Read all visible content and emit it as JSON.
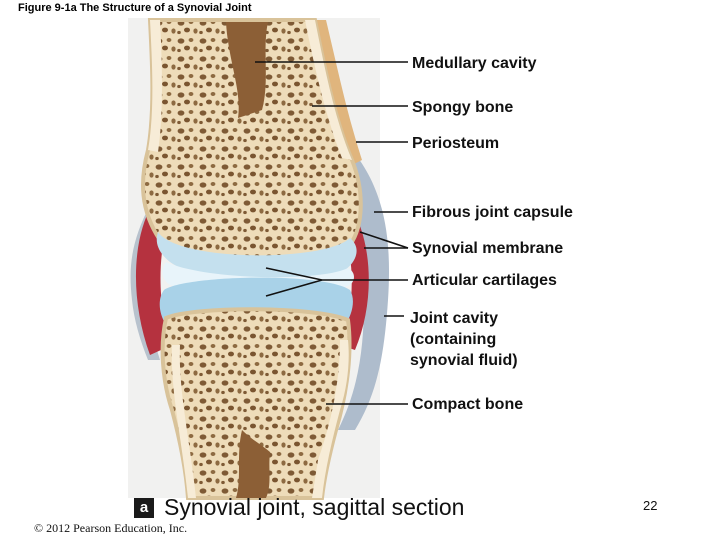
{
  "figure_title": "Figure 9-1a  The Structure of a Synovial Joint",
  "labels": {
    "medullary_cavity": "Medullary cavity",
    "spongy_bone": "Spongy bone",
    "periosteum": "Periosteum",
    "fibrous_joint_capsule": "Fibrous joint capsule",
    "synovial_membrane": "Synovial membrane",
    "articular_cartilages": "Articular cartilages",
    "joint_cavity": "Joint cavity\n(containing\nsynovial fluid)",
    "compact_bone": "Compact bone"
  },
  "badge": "a",
  "caption": "Synovial joint, sagittal section",
  "copyright": "© 2012 Pearson Education, Inc.",
  "page_number": "22",
  "colors": {
    "bone": "#f3e6cc",
    "marrow": "#8c5f36",
    "cartilage": "#c4e0ee",
    "synovial_membrane": "#b5323f",
    "capsule": "#aebccc",
    "periosteum": "#e0b57d",
    "leader_line": "#111111"
  }
}
